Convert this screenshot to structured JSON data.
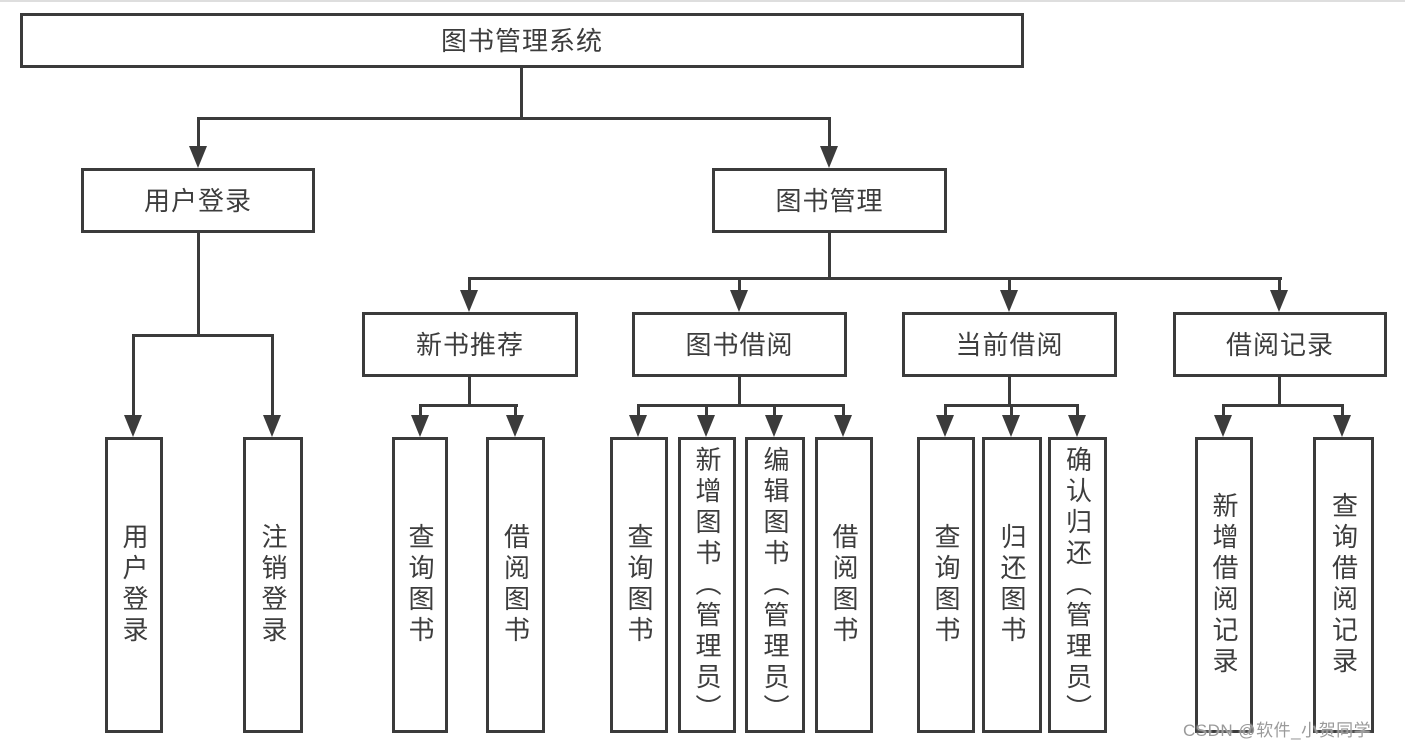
{
  "tree": {
    "root": {
      "label": "图书管理系统"
    },
    "branches": [
      {
        "label": "用户登录",
        "children": [
          {
            "label": "用户登录"
          },
          {
            "label": "注销登录"
          }
        ]
      },
      {
        "label": "图书管理",
        "children": [
          {
            "label": "新书推荐",
            "children": [
              {
                "label": "查询图书"
              },
              {
                "label": "借阅图书"
              }
            ]
          },
          {
            "label": "图书借阅",
            "children": [
              {
                "label": "查询图书"
              },
              {
                "label": "新增图书（管理员）"
              },
              {
                "label": "编辑图书（管理员）"
              },
              {
                "label": "借阅图书"
              }
            ]
          },
          {
            "label": "当前借阅",
            "children": [
              {
                "label": "查询图书"
              },
              {
                "label": "归还图书"
              },
              {
                "label": "确认归还（管理员）"
              }
            ]
          },
          {
            "label": "借阅记录",
            "children": [
              {
                "label": "新增借阅记录"
              },
              {
                "label": "查询借阅记录"
              }
            ]
          }
        ]
      }
    ]
  },
  "watermark": {
    "text": "CSDN @软件_小贺同学"
  },
  "colors": {
    "line": "#3b3b3b",
    "text": "#3d3d3d",
    "watermark": "#9a9a9a",
    "background": "#ffffff"
  }
}
